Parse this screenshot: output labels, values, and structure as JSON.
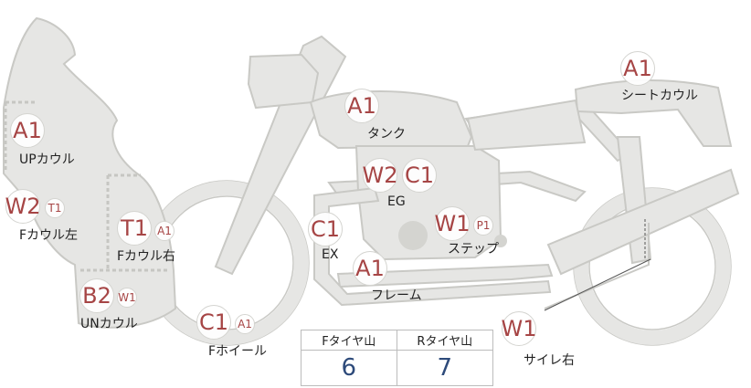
{
  "parts": {
    "upper_cowl": {
      "label": "UPカウル",
      "grades": [
        "A1"
      ]
    },
    "cowl_left": {
      "label": "Fカウル左",
      "grades": [
        "W2",
        "T1"
      ]
    },
    "cowl_right": {
      "label": "Fカウル右",
      "grades": [
        "T1",
        "A1"
      ]
    },
    "under_cowl": {
      "label": "UNカウル",
      "grades": [
        "B2",
        "W1"
      ]
    },
    "front_wheel": {
      "label": "Fホイール",
      "grades": [
        "C1",
        "A1"
      ]
    },
    "tank": {
      "label": "タンク",
      "grades": [
        "A1"
      ]
    },
    "engine": {
      "label": "EG",
      "grades": [
        "W2",
        "C1"
      ]
    },
    "exhaust": {
      "label": "EX",
      "grades": [
        "C1"
      ]
    },
    "frame": {
      "label": "フレーム",
      "grades": [
        "A1"
      ]
    },
    "step": {
      "label": "ステップ",
      "grades": [
        "W1",
        "P1"
      ]
    },
    "seat_cowl": {
      "label": "シートカウル",
      "grades": [
        "A1"
      ]
    },
    "muffler_right": {
      "label": "サイレ右",
      "grades": [
        "W1"
      ]
    }
  },
  "tire_tread": {
    "front_header": "Fタイヤ山",
    "rear_header": "Rタイヤ山",
    "front_value": "6",
    "rear_value": "7"
  },
  "colors": {
    "grade_text": "#a64545",
    "value_text": "#2d4a7a",
    "part_fill": "#e6e6e4"
  }
}
